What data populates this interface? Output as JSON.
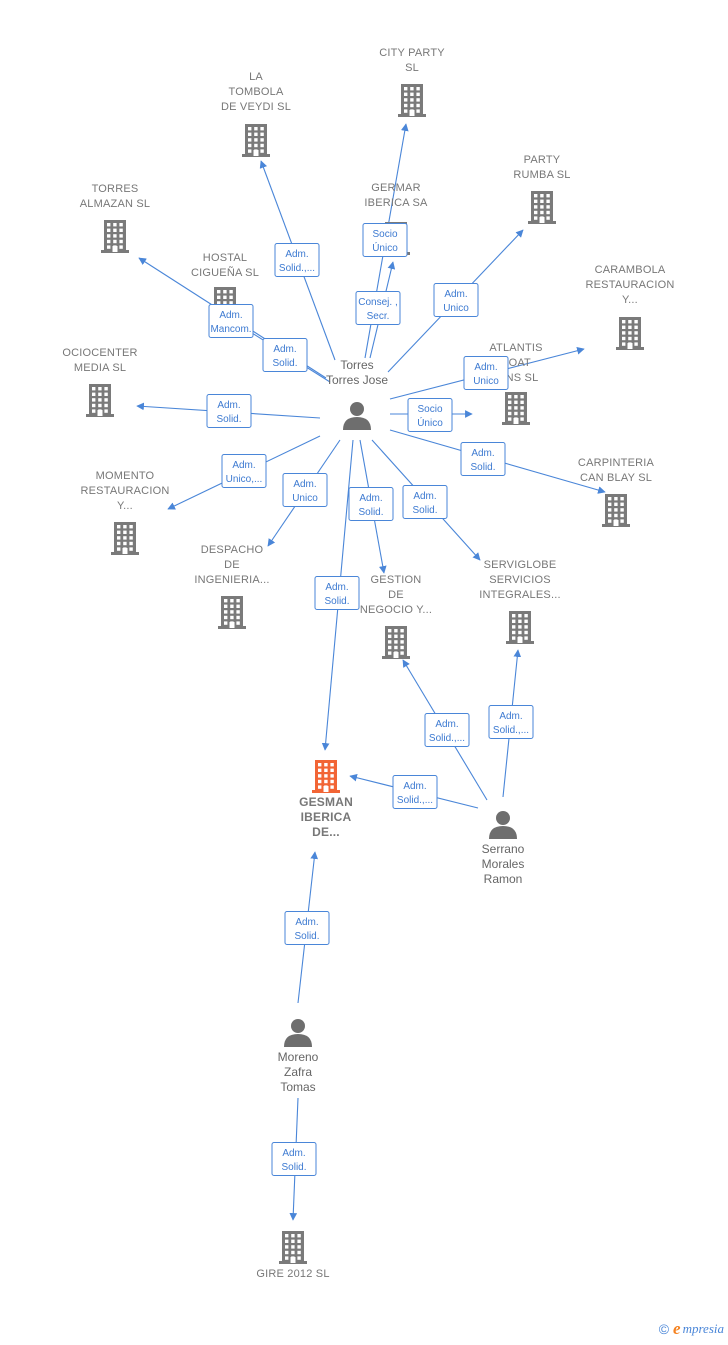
{
  "colors": {
    "edge": "#4a86d8",
    "building": "#7a7a7a",
    "building_main": "#f26535",
    "person": "#6e6e6e"
  },
  "companies": [
    {
      "id": "la_tombola",
      "name": [
        "LA",
        "TOMBOLA",
        "DE VEYDI  SL"
      ]
    },
    {
      "id": "city_party",
      "name": [
        "CITY PARTY",
        "SL"
      ]
    },
    {
      "id": "party_rumba",
      "name": [
        "PARTY",
        "RUMBA  SL"
      ]
    },
    {
      "id": "torres_almazan",
      "name": [
        "TORRES",
        "ALMAZAN  SL"
      ]
    },
    {
      "id": "germar",
      "name": [
        "GERMAR",
        "IBERICA SA"
      ]
    },
    {
      "id": "hostal",
      "name": [
        "HOSTAL",
        "CIGUEÑA SL"
      ]
    },
    {
      "id": "carambola",
      "name": [
        "CARAMBOLA",
        "RESTAURACION",
        "Y..."
      ]
    },
    {
      "id": "atlantis",
      "name": [
        "ATLANTIS",
        "BOAT",
        "IONS  SL"
      ]
    },
    {
      "id": "ociocenter",
      "name": [
        "OCIOCENTER",
        "MEDIA  SL"
      ]
    },
    {
      "id": "carpinteria",
      "name": [
        "CARPINTERIA",
        "CAN BLAY  SL"
      ]
    },
    {
      "id": "momento",
      "name": [
        "MOMENTO",
        "RESTAURACION",
        "Y..."
      ]
    },
    {
      "id": "despacho",
      "name": [
        "DESPACHO",
        "DE",
        "INGENIERIA..."
      ]
    },
    {
      "id": "gestion",
      "name": [
        "GESTION",
        "DE",
        "NEGOCIO Y..."
      ]
    },
    {
      "id": "serviglobe",
      "name": [
        "SERVIGLOBE",
        "SERVICIOS",
        "INTEGRALES..."
      ]
    },
    {
      "id": "gesman",
      "name": [
        "GESMAN",
        "IBERICA",
        "DE..."
      ],
      "main": true
    },
    {
      "id": "gire",
      "name": [
        "GIRE 2012 SL"
      ]
    }
  ],
  "persons": [
    {
      "id": "torres",
      "name": [
        "Torres",
        "Torres Jose"
      ]
    },
    {
      "id": "serrano",
      "name": [
        "Serrano",
        "Morales",
        "Ramon"
      ]
    },
    {
      "id": "moreno",
      "name": [
        "Moreno",
        "Zafra",
        "Tomas"
      ]
    }
  ],
  "edges": [
    {
      "from": "torres",
      "to": "la_tombola",
      "role": [
        "Adm.",
        "Solid.,..."
      ]
    },
    {
      "from": "torres",
      "to": "city_party",
      "role": [
        "Socio",
        "Único"
      ]
    },
    {
      "from": "torres",
      "to": "germar",
      "role": [
        "Consej. ,",
        "Secr."
      ]
    },
    {
      "from": "torres",
      "to": "party_rumba",
      "role": [
        "Adm.",
        "Unico"
      ]
    },
    {
      "from": "torres",
      "to": "torres_almazan",
      "role": [
        "Adm.",
        "Mancom."
      ]
    },
    {
      "from": "torres",
      "to": "hostal",
      "role": [
        "Adm.",
        "Solid."
      ]
    },
    {
      "from": "torres",
      "to": "carambola",
      "role": [
        "Adm.",
        "Unico"
      ]
    },
    {
      "from": "torres",
      "to": "atlantis",
      "role": [
        "Socio",
        "Único"
      ]
    },
    {
      "from": "torres",
      "to": "ociocenter",
      "role": [
        "Adm.",
        "Solid."
      ]
    },
    {
      "from": "torres",
      "to": "carpinteria",
      "role": [
        "Adm.",
        "Solid."
      ]
    },
    {
      "from": "torres",
      "to": "momento",
      "role": [
        "Adm.",
        "Unico,..."
      ]
    },
    {
      "from": "torres",
      "to": "despacho",
      "role": [
        "Adm.",
        "Unico"
      ]
    },
    {
      "from": "torres",
      "to": "gestion",
      "role": [
        "Adm.",
        "Solid."
      ]
    },
    {
      "from": "torres",
      "to": "serviglobe",
      "role": [
        "Adm.",
        "Solid."
      ]
    },
    {
      "from": "torres",
      "to": "gesman",
      "role": [
        "Adm.",
        "Solid."
      ]
    },
    {
      "from": "serrano",
      "to": "gestion",
      "role": [
        "Adm.",
        "Solid.,..."
      ]
    },
    {
      "from": "serrano",
      "to": "serviglobe",
      "role": [
        "Adm.",
        "Solid.,..."
      ]
    },
    {
      "from": "serrano",
      "to": "gesman",
      "role": [
        "Adm.",
        "Solid.,..."
      ]
    },
    {
      "from": "moreno",
      "to": "gesman",
      "role": [
        "Adm.",
        "Solid."
      ]
    },
    {
      "from": "moreno",
      "to": "gire",
      "role": [
        "Adm.",
        "Solid."
      ]
    }
  ],
  "footer": {
    "copyright": "©",
    "brand_initial": "e",
    "brand_rest": "mpresia"
  }
}
